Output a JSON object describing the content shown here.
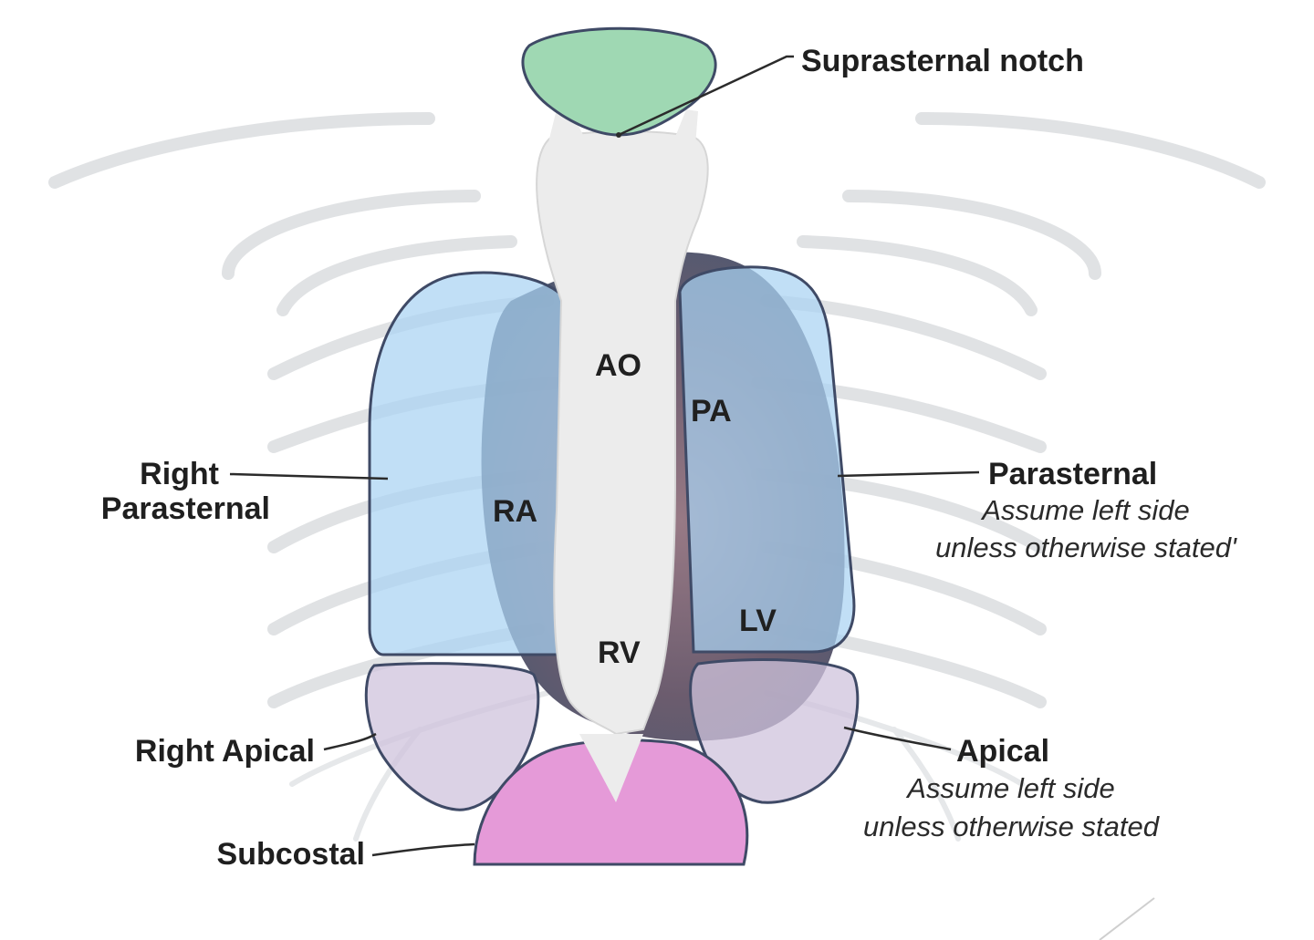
{
  "diagram": {
    "organs": {
      "ao": "AO",
      "pa": "PA",
      "ra": "RA",
      "lv": "LV",
      "rv": "RV"
    },
    "windows": {
      "suprasternal": {
        "label": "Suprasternal notch",
        "color": "#9fd8b3"
      },
      "right_parasternal": {
        "label_line1": "Right",
        "label_line2": "Parasternal",
        "color": "#a9d3f2"
      },
      "parasternal": {
        "label": "Parasternal",
        "note_line1": "Assume left side",
        "note_line2": "unless otherwise stated'",
        "color": "#a9d3f2"
      },
      "right_apical": {
        "label": "Right Apical",
        "color": "#cfc3dc"
      },
      "apical": {
        "label": "Apical",
        "note_line1": "Assume left side",
        "note_line2": "unless otherwise stated",
        "color": "#cfc3dc"
      },
      "subcostal": {
        "label": "Subcostal",
        "color": "#e59ad8"
      }
    },
    "colors": {
      "sternum": "#ececec",
      "heart": "#7a5a62",
      "outline": "#3f4a66"
    }
  }
}
